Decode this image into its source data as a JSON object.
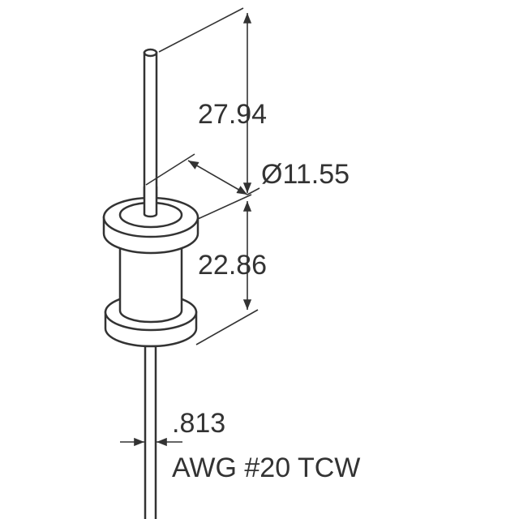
{
  "dimensions": {
    "lead_length": "27.94",
    "diameter": "Ø11.55",
    "body_length": "22.86",
    "lead_diameter": ".813",
    "wire_spec": "AWG #20 TCW"
  },
  "colors": {
    "line": "#333333",
    "body_fill": "#ffffff"
  }
}
